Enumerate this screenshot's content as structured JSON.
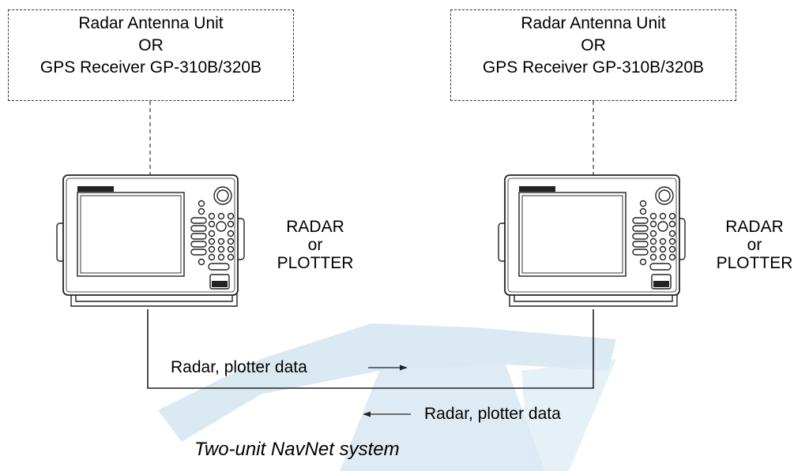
{
  "diagram": {
    "left_unit": {
      "sensor_box": {
        "line1": "Radar Antenna Unit",
        "line2": "OR",
        "line3": "GPS Receiver GP-310B/320B"
      },
      "role": {
        "line1": "RADAR",
        "line2": "or",
        "line3": "PLOTTER"
      }
    },
    "right_unit": {
      "sensor_box": {
        "line1": "Radar Antenna Unit",
        "line2": "OR",
        "line3": "GPS Receiver GP-310B/320B"
      },
      "role": {
        "line1": "RADAR",
        "line2": "or",
        "line3": "PLOTTER"
      }
    },
    "flow_right_label": "Radar, plotter data",
    "flow_left_label": "Radar, plotter data",
    "caption": "Two-unit NavNet system",
    "colors": {
      "line": "#222222",
      "dashed": "#333333",
      "watermark": "#dbe9f3"
    }
  }
}
